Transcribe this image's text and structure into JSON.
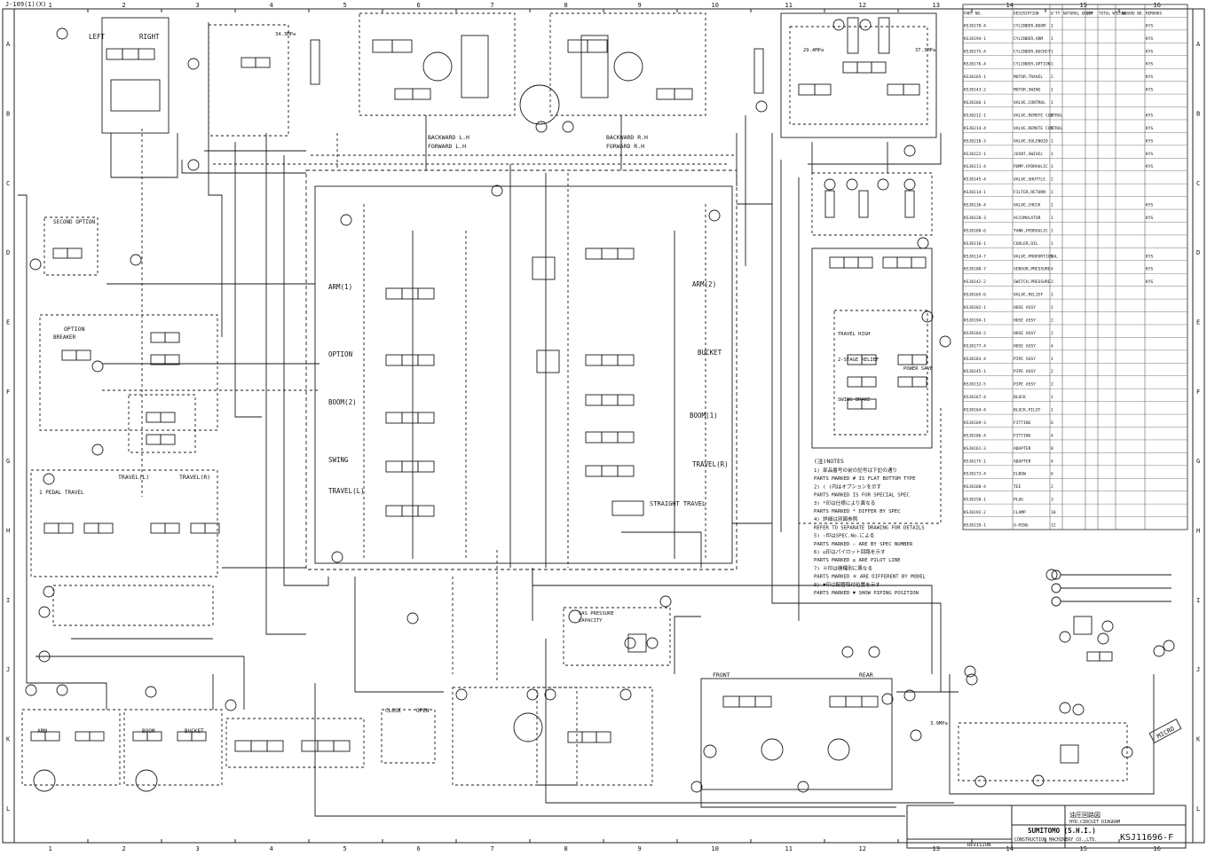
{
  "sheet": {
    "ref_code": "J-109(1)(X)",
    "col_labels": [
      "1",
      "2",
      "3",
      "4",
      "5",
      "6",
      "7",
      "8",
      "9",
      "10",
      "11",
      "12",
      "13",
      "14",
      "15",
      "16"
    ],
    "row_labels": [
      "A",
      "B",
      "C",
      "D",
      "E",
      "F",
      "G",
      "H",
      "I",
      "J",
      "K",
      "L"
    ]
  },
  "labels": {
    "left": "LEFT",
    "right": "RIGHT",
    "second_option": "SECOND OPTION",
    "option": "OPTION",
    "breaker": "BREAKER",
    "travel_l": "TRAVEL(L)",
    "travel_r": "TRAVEL(R)",
    "one_pedal_travel": "1 PEDAL TRAVEL",
    "arm1": "ARM(1)",
    "arm2": "ARM(2)",
    "boom2": "BOOM(2)",
    "boom1": "BOOM(1)",
    "option_valve": "OPTION",
    "swing": "SWING",
    "travel_l_valve": "TRAVEL(L)",
    "travel_r_valve": "TRAVEL(R)",
    "straight_travel": "STRAIGHT TRAVEL",
    "bucket": "BUCKET",
    "backward_lh": "BACKWARD L.H",
    "forward_lh": "FORWARD L.H",
    "backward_rh": "BACKWARD R.H",
    "forward_rh": "FORWARD R.H",
    "front": "FRONT",
    "rear": "REAR",
    "arm": "ARM",
    "boom": "BOOM",
    "bucket_pilot": "BUCKET",
    "close": "CLOSE",
    "open": "OPEN",
    "two_stage_relief": "2-STAGE RELIEF",
    "power_save": "POWER SAVE",
    "swing_brake": "SWING BRAKE",
    "travel_high": "TRAVEL HIGH",
    "gas_pressure": "GAS PRESSURE",
    "capacity": "CAPACITY",
    "pilot_pressure_1": "3.9MPa",
    "relief_1": "34.3MPa",
    "relief_2": "37.3MPa",
    "relief_3": "29.4MPa"
  },
  "notes": {
    "title": "(注)NOTES",
    "lines": [
      "1) 部品番号の前の記号は下記の通り",
      "PARTS MARKED # IS FLAT BOTTOM TYPE",
      "2) ( )内はオプションを示す",
      "PARTS MARKED IS FOR SPECIAL SPEC",
      "3) *印は仕様により異なる",
      "PARTS MARKED * DIFFER BY SPEC",
      "4) 詳細は別図参照",
      "REFER TO SEPARATE DRAWING FOR DETAILS",
      "5) ☆印はSPEC.No.による",
      "PARTS MARKED ☆ ARE BY SPEC NUMBER",
      "6) ◎印はパイロット回路を示す",
      "PARTS MARKED ◎ ARE PILOT LINE",
      "7) ※印は機種別に異なる",
      "PARTS MARKED ※ ARE DIFFERENT BY MODEL",
      "8) ▼印は配管取付位置を示す",
      "PARTS MARKED ▼ SHOW PIPING POSITION"
    ]
  },
  "parts_table": {
    "headers": [
      "PART NO.",
      "DESCRIPTION",
      "Q'TY",
      "NATURAL GROUP",
      "QTY",
      "TOTAL WT. Nm",
      "STANDARD NO.",
      "REMARKS"
    ],
    "rows": [
      [
        "KSJ0178-4",
        "CYLINDER,BOOM",
        "1",
        "",
        "",
        "",
        "",
        "KYS"
      ],
      [
        "KSJ0194-1",
        "CYLINDER,ARM",
        "1",
        "",
        "",
        "",
        "",
        "KYS"
      ],
      [
        "KSJ0175-4",
        "CYLINDER,BUCKET",
        "1",
        "",
        "",
        "",
        "",
        "KYS"
      ],
      [
        "KSJ0176-4",
        "CYLINDER,OPTION",
        "1",
        "",
        "",
        "",
        "",
        "KYS"
      ],
      [
        "KSJ0165-1",
        "MOTOR,TRAVEL",
        "2",
        "",
        "",
        "",
        "",
        "KYS"
      ],
      [
        "KSJ0143-2",
        "MOTOR,SWING",
        "1",
        "",
        "",
        "",
        "",
        "KYS"
      ],
      [
        "KSJ0166-1",
        "VALVE,CONTROL",
        "1",
        "",
        "",
        "",
        "",
        ""
      ],
      [
        "KSJ0212-1",
        "VALVE,REMOTE CONTROL",
        "2",
        "",
        "",
        "",
        "",
        "KYS"
      ],
      [
        "KSJ0214-4",
        "VALVE,REMOTE CONTROL",
        "1",
        "",
        "",
        "",
        "",
        "KYS"
      ],
      [
        "KSJ0218-3",
        "VALVE,SOLENOID",
        "1",
        "",
        "",
        "",
        "",
        "KYS"
      ],
      [
        "KSJ0122-1",
        "JOINT,SWIVEL",
        "1",
        "",
        "",
        "",
        "",
        "KYS"
      ],
      [
        "KSJ0111-4",
        "PUMP,HYDRAULIC",
        "1",
        "",
        "",
        "",
        "",
        "KYS"
      ],
      [
        "KSJ0145-4",
        "VALVE,SHUTTLE",
        "2",
        "",
        "",
        "",
        "",
        ""
      ],
      [
        "KSJ0114-1",
        "FILTER,RETURN",
        "1",
        "",
        "",
        "",
        "",
        ""
      ],
      [
        "KSJ0136-4",
        "VALVE,CHECK",
        "1",
        "",
        "",
        "",
        "",
        "KYS"
      ],
      [
        "KSJ0128-3",
        "ACCUMULATOR",
        "1",
        "",
        "",
        "",
        "",
        "KYS"
      ],
      [
        "KSJ0180-6",
        "TANK,HYDRAULIC",
        "1",
        "",
        "",
        "",
        "",
        ""
      ],
      [
        "KSJ0116-1",
        "COOLER,OIL",
        "1",
        "",
        "",
        "",
        "",
        ""
      ],
      [
        "KSJ0114-7",
        "VALVE,PROPORTIONAL",
        "1",
        "",
        "",
        "",
        "",
        "KYS"
      ],
      [
        "KSJ0188-7",
        "SENSOR,PRESSURE",
        "4",
        "",
        "",
        "",
        "",
        "KYS"
      ],
      [
        "KSJ0142-2",
        "SWITCH,PRESSURE",
        "2",
        "",
        "",
        "",
        "",
        "KYS"
      ],
      [
        "KSJ0165-6",
        "VALVE,RELIEF",
        "1",
        "",
        "",
        "",
        "",
        ""
      ],
      [
        "KSJ0182-1",
        "HOSE ASSY",
        "1",
        "",
        "",
        "",
        "",
        ""
      ],
      [
        "KSJ0194-1",
        "HOSE ASSY",
        "2",
        "",
        "",
        "",
        "",
        ""
      ],
      [
        "KSJ0184-2",
        "HOSE ASSY",
        "2",
        "",
        "",
        "",
        "",
        ""
      ],
      [
        "KSJ0177-4",
        "HOSE ASSY",
        "4",
        "",
        "",
        "",
        "",
        ""
      ],
      [
        "KSJ0183-4",
        "PIPE ASSY",
        "1",
        "",
        "",
        "",
        "",
        ""
      ],
      [
        "KSJ0145-1",
        "PIPE ASSY",
        "2",
        "",
        "",
        "",
        "",
        ""
      ],
      [
        "KSJ0132-5",
        "PIPE ASSY",
        "2",
        "",
        "",
        "",
        "",
        ""
      ],
      [
        "KSJ0167-4",
        "BLOCK",
        "1",
        "",
        "",
        "",
        "",
        ""
      ],
      [
        "KSJ0164-4",
        "BLOCK,PILOT",
        "1",
        "",
        "",
        "",
        "",
        ""
      ],
      [
        "KSJ0169-3",
        "FITTING",
        "6",
        "",
        "",
        "",
        "",
        ""
      ],
      [
        "KSJ0186-4",
        "FITTING",
        "4",
        "",
        "",
        "",
        "",
        ""
      ],
      [
        "KSJ0161-3",
        "ADAPTER",
        "8",
        "",
        "",
        "",
        "",
        ""
      ],
      [
        "KSJ0175-1",
        "ADAPTER",
        "4",
        "",
        "",
        "",
        "",
        ""
      ],
      [
        "KSJ0173-4",
        "ELBOW",
        "6",
        "",
        "",
        "",
        "",
        ""
      ],
      [
        "KSJ0168-4",
        "TEE",
        "2",
        "",
        "",
        "",
        "",
        ""
      ],
      [
        "KSJ0158-1",
        "PLUG",
        "3",
        "",
        "",
        "",
        "",
        ""
      ],
      [
        "KSJ0192-2",
        "CLAMP",
        "10",
        "",
        "",
        "",
        "",
        ""
      ],
      [
        "KSJ0139-1",
        "O-RING",
        "12",
        "",
        "",
        "",
        "",
        ""
      ]
    ]
  },
  "title_block": {
    "company": "SUMITOMO (S.H.I.)",
    "company_sub": "CONSTRUCTION MACHINERY CO.,LTD.",
    "drawing_title": "油圧回路図",
    "drawing_title_en": "HYD.CIRCUIT DIAGRAM",
    "drawing_number": "KSJ11696-F",
    "revision_label": "REVISION",
    "stamp": "MICRO"
  }
}
